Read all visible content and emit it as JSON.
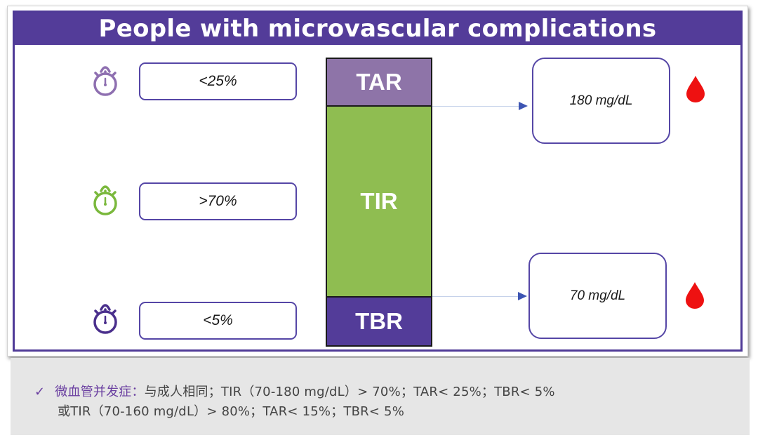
{
  "title": "People with microvascular complications",
  "rows": [
    {
      "metric": "TAR",
      "target": "<25%",
      "icon": "stopwatch-icon",
      "icon_color": "#8e6fb0"
    },
    {
      "metric": "TIR",
      "target": ">70%",
      "icon": "stopwatch-icon",
      "icon_color": "#7ab83c"
    },
    {
      "metric": "TBR",
      "target": "<5%",
      "icon": "stopwatch-icon",
      "icon_color": "#4a2f8c"
    }
  ],
  "bar": {
    "segments": [
      {
        "label": "TAR",
        "color": "#8e74a8"
      },
      {
        "label": "TIR",
        "color": "#8fbd51"
      },
      {
        "label": "TBR",
        "color": "#533c99"
      }
    ]
  },
  "thresholds": [
    {
      "value": "180 mg/dL",
      "icon": "blood-drop-icon",
      "color": "#ee1111"
    },
    {
      "value": "70 mg/dL",
      "icon": "blood-drop-icon",
      "color": "#ee1111"
    }
  ],
  "note": {
    "check": "✓",
    "heading": "微血管并发症：",
    "line1": "与成人相同；TIR（70-180 mg/dL）> 70%；TAR< 25%；TBR< 5%",
    "line2": "或TIR（70-160 mg/dL）> 80%；TAR< 15%；TBR< 5%"
  },
  "colors": {
    "header": "#533c99",
    "frame": "#4f3a97",
    "box_border": "#5546a6",
    "note_bg": "#e6e6e6",
    "note_accent": "#6a3fa0"
  }
}
